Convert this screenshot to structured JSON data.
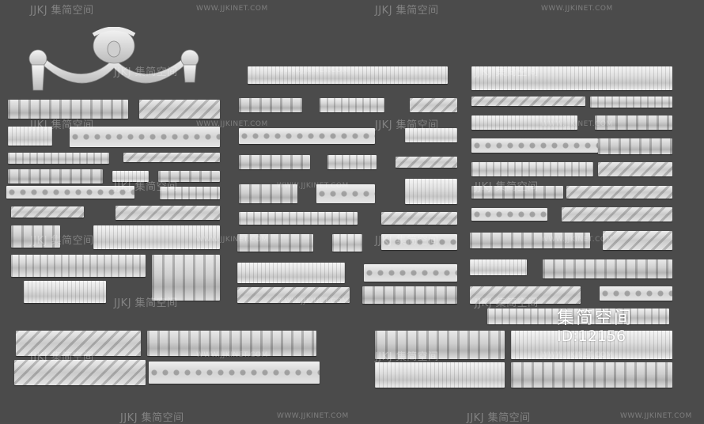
{
  "watermark": {
    "logo_text": "JJKJ 集简空间",
    "site_text": "WWW.JJKINET.COM"
  },
  "brand": {
    "name": "集简空间",
    "id_label": "ID:12156"
  },
  "colors": {
    "background": "#4b4b4b",
    "molding_light": "#f1f1f1",
    "molding_shadow": "#bdbdbd"
  }
}
